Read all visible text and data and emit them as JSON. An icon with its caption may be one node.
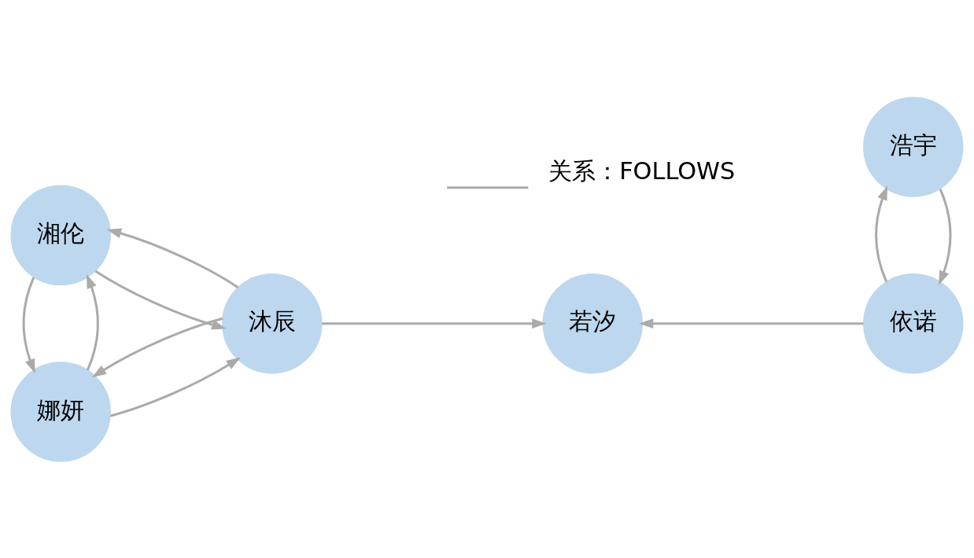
{
  "diagram": {
    "nodes": [
      {
        "text": [
          "娜妍"
        ]
      },
      {
        "text": [
          "沐辰"
        ]
      },
      {
        "text": [
          "湘伦"
        ]
      },
      {
        "text": [
          "若汐"
        ]
      },
      {
        "text": [
          "浩宇"
        ]
      },
      {
        "text": [
          "依诺"
        ]
      }
    ],
    "edges": [
      {
        "from": 0,
        "to": 1,
        "arrow": "to"
      },
      {
        "from": 1,
        "to": 0,
        "arrow": "to"
      },
      {
        "from": 0,
        "to": 2,
        "arrow": "to"
      },
      {
        "from": 2,
        "to": 0,
        "arrow": "to"
      },
      {
        "from": 2,
        "to": 1,
        "arrow": "to"
      },
      {
        "from": 1,
        "to": 2,
        "arrow": "to"
      },
      {
        "from": 1,
        "to": 3,
        "arrow": "to"
      },
      {
        "from": 5,
        "to": 3,
        "arrow": "to"
      },
      {
        "from": 4,
        "to": 5,
        "arrow": "to"
      },
      {
        "from": 5,
        "to": 4,
        "arrow": "to"
      }
    ],
    "legend": [
      {
        "text": "关系：FOLLOWS"
      }
    ]
  }
}
